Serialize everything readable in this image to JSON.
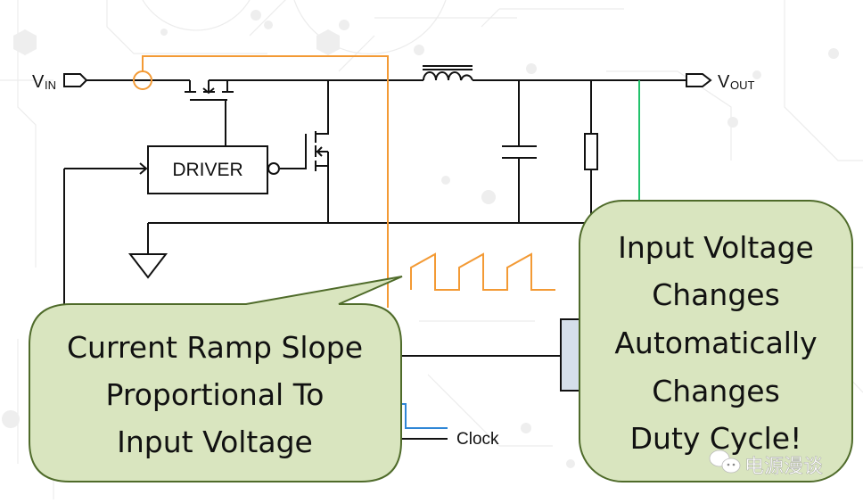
{
  "diagram": {
    "title": "Current-mode buck converter feed-forward",
    "labels": {
      "vin_main": "V",
      "vin_sub": "IN",
      "vout_main": "V",
      "vout_sub": "OUT",
      "driver": "DRIVER",
      "clock": "Clock"
    },
    "callouts": {
      "left": {
        "lines": [
          "Current Ramp Slope",
          "Proportional To",
          "Input Voltage"
        ]
      },
      "right": {
        "lines": [
          "Input Voltage",
          "Changes",
          "Automatically",
          "Changes",
          "Duty Cycle!"
        ]
      }
    },
    "watermark": {
      "icon": "wechat-icon",
      "text": "电源漫谈"
    },
    "colors": {
      "wire": "#111111",
      "current_sense": "#f39a35",
      "feedback": "#22c26b",
      "clock_signal": "#2f86d6",
      "callout_fill": "#d9e5bf",
      "callout_border": "#4f6b2a",
      "comparator_fill": "#d5dfea",
      "background_circuit": "#e8e8e8"
    }
  }
}
